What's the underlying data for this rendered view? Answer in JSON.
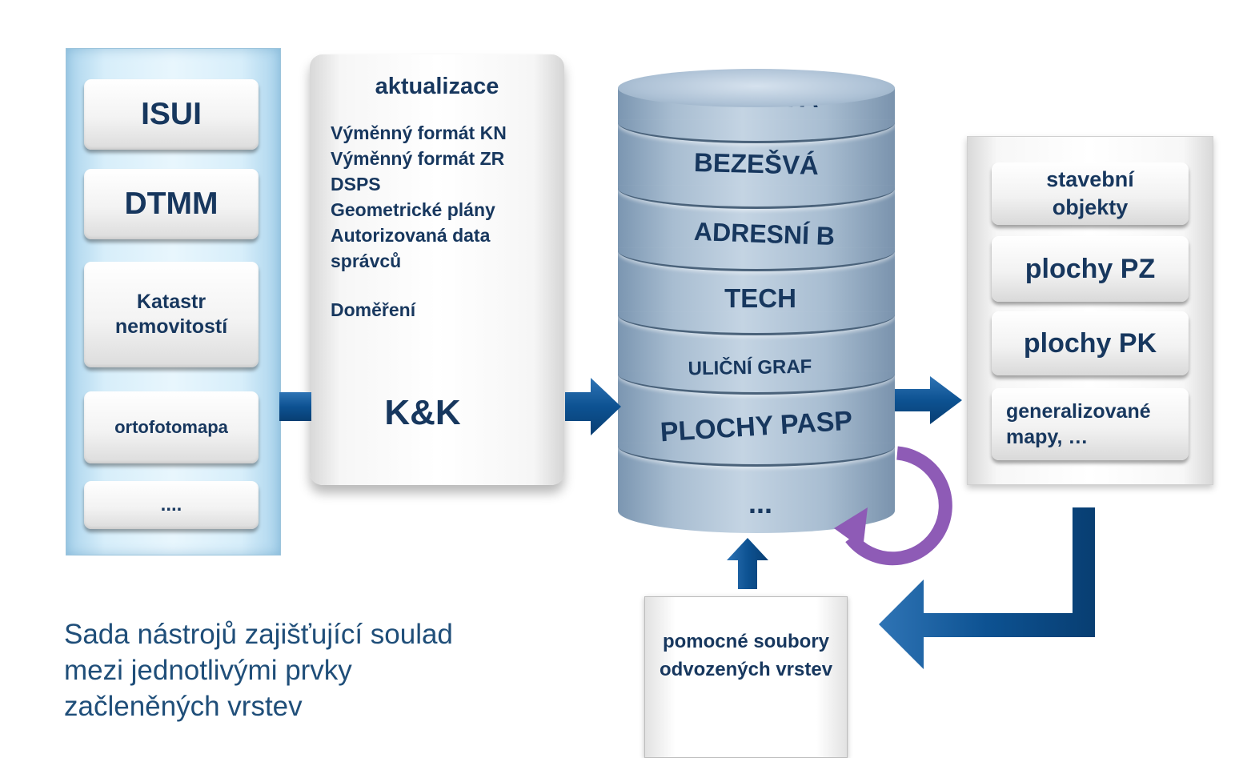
{
  "sources": {
    "items": [
      {
        "label": "ISUI"
      },
      {
        "label": "DTMM"
      },
      {
        "label": "Katastr nemovitostí"
      },
      {
        "label": "ortofotomapa"
      },
      {
        "label": "...."
      }
    ]
  },
  "update": {
    "title": "aktualizace",
    "lines": [
      "Výměnný formát KN",
      "Výměnný formát ZR",
      "DSPS",
      "Geometrické plány",
      "Autorizovaná data",
      "správců"
    ],
    "extra": "Doměření",
    "tool": "K&K"
  },
  "database": {
    "layers": [
      "BEZEŠVÁ",
      "BEZEŠVÁ",
      "ADRESNÍ B",
      "TECH",
      "ULIČNÍ GRAF",
      "PLOCHY PASP",
      "..."
    ]
  },
  "derived": {
    "items": [
      {
        "label": "stavební objekty"
      },
      {
        "label": "plochy PZ"
      },
      {
        "label": "plochy PK"
      },
      {
        "label": "generalizované mapy, …"
      }
    ]
  },
  "helper": {
    "text": "pomocné soubory odvozených vrstev"
  },
  "caption": {
    "lines": [
      "Sada nástrojů zajišťující soulad",
      "mezi jednotlivými prvky",
      "začleněných vrstev"
    ]
  },
  "colors": {
    "text": "#17375e",
    "arrow": "#0d5292",
    "cycle": "#8e5bb6",
    "caption": "#1f4e79"
  }
}
